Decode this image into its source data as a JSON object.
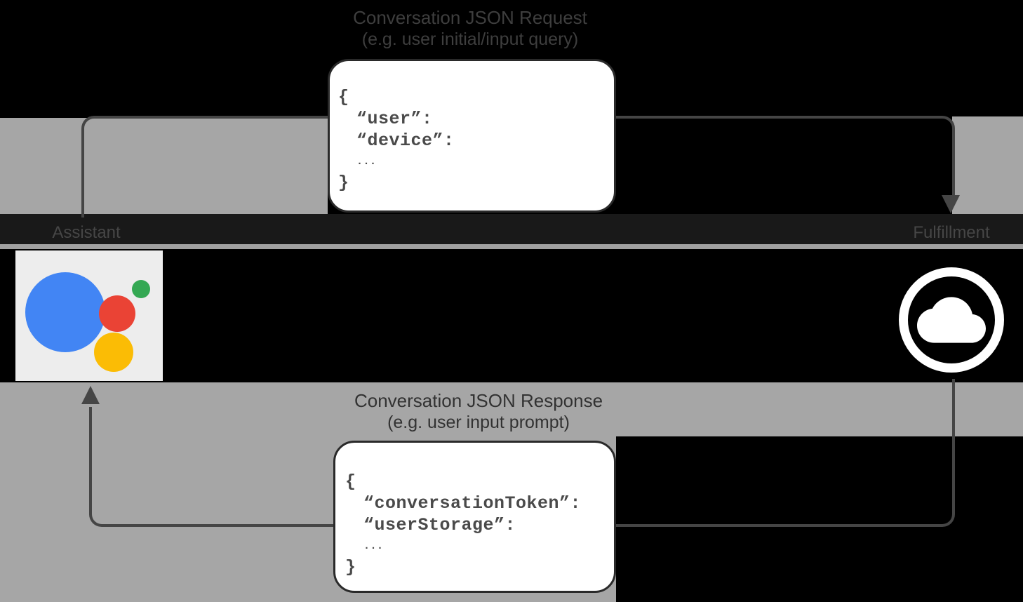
{
  "request": {
    "title": "Conversation JSON Request",
    "subtitle": "(e.g. user initial/input query)",
    "code": {
      "open": "{",
      "lines": [
        "“user”:",
        "“device”:"
      ],
      "ellipsis": "...",
      "close": "}"
    }
  },
  "response": {
    "title": "Conversation JSON Response",
    "subtitle": "(e.g. user input prompt)",
    "code": {
      "open": "{",
      "lines": [
        "“conversationToken”:",
        "“userStorage”:"
      ],
      "ellipsis": "...",
      "close": "}"
    }
  },
  "actors": {
    "assistant": {
      "label": "Assistant",
      "icon": "google-assistant-logo-icon"
    },
    "fulfillment": {
      "label": "Fulfillment",
      "icon": "cloud-icon"
    }
  },
  "colors": {
    "canvas_bg": "#000000",
    "panel_gray": "#A6A6A6",
    "line_gray": "#454545",
    "code_text": "#4A4A4A",
    "assistant_blue": "#4285F4",
    "assistant_red": "#EA4335",
    "assistant_green": "#34A853",
    "assistant_yellow": "#FBBC05"
  }
}
